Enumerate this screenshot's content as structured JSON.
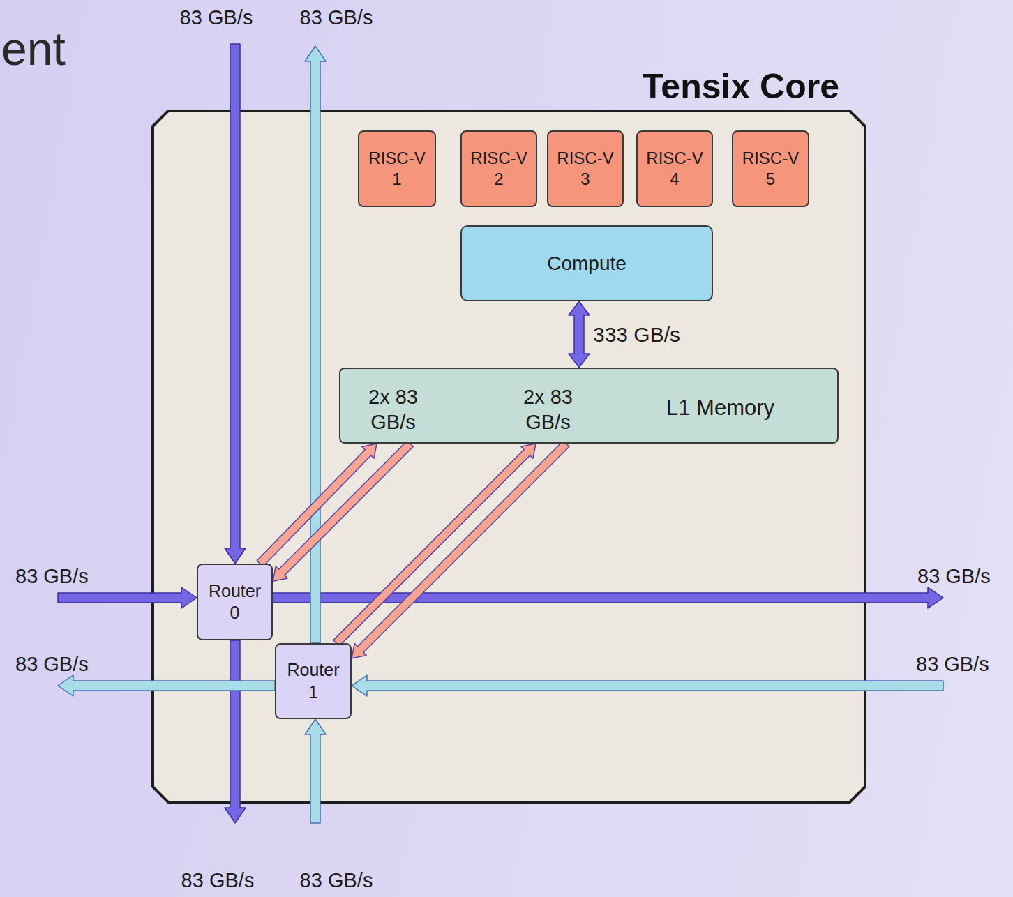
{
  "diagram": {
    "nodes": [
      {
        "text": [
          "Tensix Core"
        ]
      },
      {
        "text": [
          "RISC-V 1"
        ],
        "in": 0
      },
      {
        "text": [
          "RISC-V 2"
        ],
        "in": 0
      },
      {
        "text": [
          "RISC-V 3"
        ],
        "in": 0
      },
      {
        "text": [
          "RISC-V 4"
        ],
        "in": 0
      },
      {
        "text": [
          "RISC-V 5"
        ],
        "in": 0
      },
      {
        "text": [
          "Compute"
        ],
        "in": 0
      },
      {
        "text": [
          "2x 83 GB/s",
          "2x 83 GB/s",
          "L1 Memory"
        ],
        "in": 0
      },
      {
        "text": [
          "Router 0"
        ],
        "in": 0
      },
      {
        "text": [
          "Router 1"
        ],
        "in": 0
      }
    ],
    "edges": [
      {
        "from": 6,
        "to": 7,
        "label": "333 GB/s",
        "arrow": "both"
      },
      {
        "from": 8,
        "to": 7,
        "arrow": "to"
      },
      {
        "from": 7,
        "to": 8,
        "arrow": "to"
      },
      {
        "from": 9,
        "to": 7,
        "arrow": "to"
      },
      {
        "from": 7,
        "to": 9,
        "arrow": "to"
      }
    ],
    "labels": [
      "ent",
      "83 GB/s",
      "83 GB/s",
      "83 GB/s",
      "83 GB/s",
      "83 GB/s",
      "83 GB/s",
      "83 GB/s",
      "83 GB/s"
    ]
  }
}
